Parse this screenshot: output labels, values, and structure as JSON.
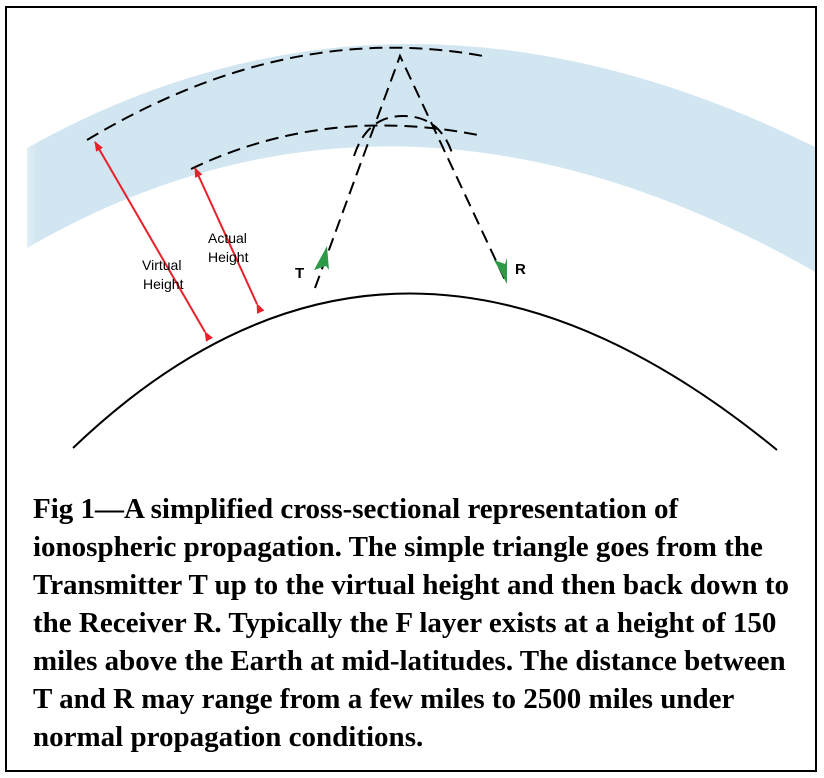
{
  "diagram": {
    "labels": {
      "virtual_height_line1": "Virtual",
      "virtual_height_line2": "Height",
      "actual_height_line1": "Actual",
      "actual_height_line2": "Height",
      "transmitter": "T",
      "receiver": "R"
    },
    "colors": {
      "ionosphere": "#d2e6f2",
      "height_arrows": "#e8202a",
      "signal_arrows": "#2e9a48",
      "lines": "#000000"
    }
  },
  "caption": "Fig 1—A simplified cross-sectional representation of ionospheric propagation. The simple triangle goes from the Transmitter T up to the virtual height and then back down to the Receiver R. Typically the F layer exists at a height of 150 miles above the Earth at mid-latitudes. The distance between T and R may range from a few miles to 2500 miles under normal propagation conditions."
}
